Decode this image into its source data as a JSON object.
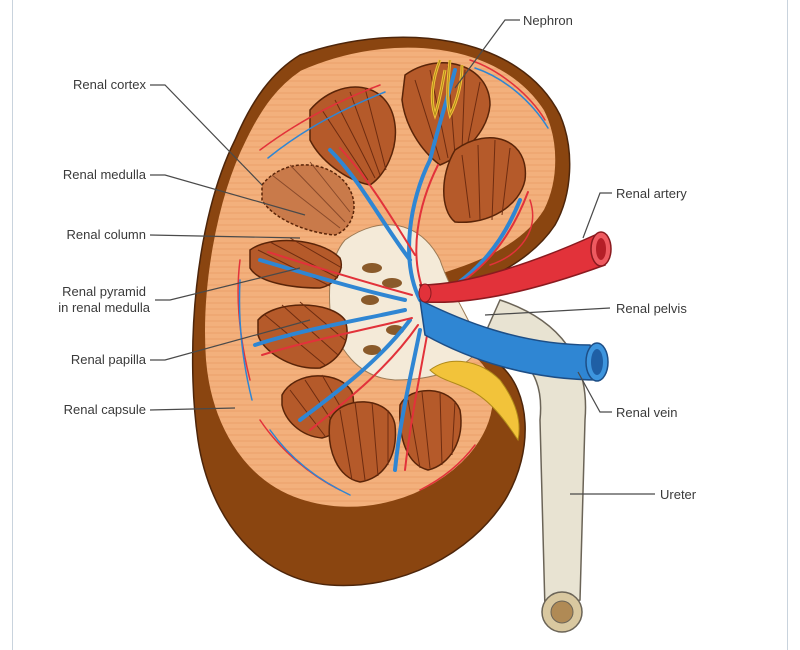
{
  "labels": {
    "nephron": "Nephron",
    "renal_cortex": "Renal cortex",
    "renal_medulla": "Renal medulla",
    "renal_column": "Renal column",
    "renal_pyramid_line1": "Renal pyramid",
    "renal_pyramid_line2": "in renal medulla",
    "renal_papilla": "Renal papilla",
    "renal_capsule": "Renal capsule",
    "renal_artery": "Renal artery",
    "renal_pelvis": "Renal pelvis",
    "renal_vein": "Renal vein",
    "ureter": "Ureter"
  },
  "colors": {
    "capsule_dark": "#8a4510",
    "cortex": "#f3b07c",
    "pyramid": "#b55a2a",
    "pyramid_stripe": "#6e2c10",
    "artery": "#e2323a",
    "vein": "#2f86d3",
    "ureter": "#e8e3d2",
    "fat": "#f2c33a"
  }
}
